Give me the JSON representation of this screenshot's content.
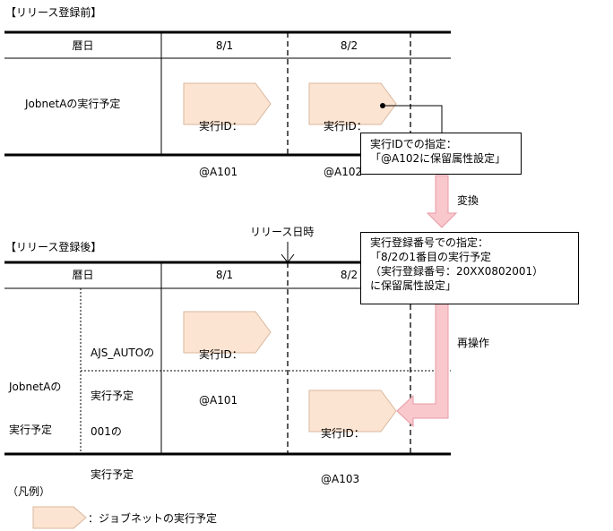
{
  "before": {
    "title": "【リリース登録前】",
    "col_calendar": "暦日",
    "col_day1": "8/1",
    "col_day2": "8/2",
    "row_label": "JobnetAの実行予定",
    "shape1": {
      "line1": "実行ID：",
      "line2": "@A101"
    },
    "shape2": {
      "line1": "実行ID：",
      "line2": "@A102"
    },
    "note": {
      "line1": "実行IDでの指定：",
      "line2": "「@A102に保留属性設定」"
    }
  },
  "convert_label": "変換",
  "release_datetime_label": "リリース日時",
  "after": {
    "title": "【リリース登録後】",
    "col_calendar": "暦日",
    "col_day1": "8/1",
    "col_day2": "8/2",
    "row_label_line1": "JobnetAの",
    "row_label_line2": "実行予定",
    "sub1_line1": "AJS_AUTOの",
    "sub1_line2": "実行予定",
    "sub2_line1": "001の",
    "sub2_line2": "実行予定",
    "shape1": {
      "line1": "実行ID：",
      "line2": "@A101"
    },
    "shape2": {
      "line1": "実行ID：",
      "line2": "@A103"
    },
    "note": {
      "line1": "実行登録番号での指定：",
      "line2": "「8/2の1番目の実行予定",
      "line3": "（実行登録番号：20XX0802001）",
      "line4": "に保留属性設定」"
    }
  },
  "reoperate_label": "再操作",
  "legend": {
    "title": "（凡例）",
    "item": "：ジョブネットの実行予定"
  },
  "colors": {
    "pentagon_fill": "#fce4d2",
    "pentagon_stroke": "#d9b79e",
    "arrow_fill": "#f8c8cd",
    "arrow_stroke": "#e89aa4"
  }
}
